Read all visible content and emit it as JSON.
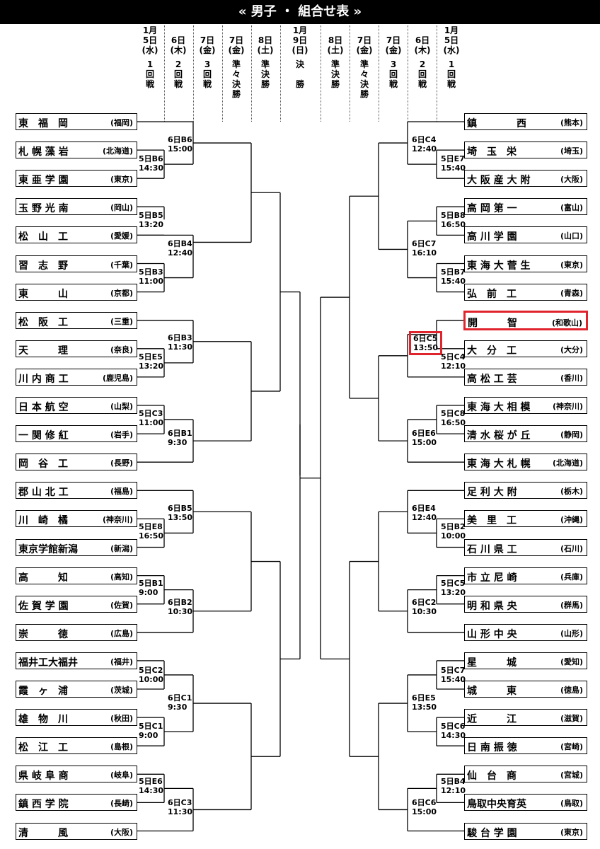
{
  "title": "« 男子 ・ 組合せ表 »",
  "header": {
    "left_cols": [
      {
        "date": [
          "1月",
          "5日",
          "(水)"
        ],
        "round": [
          "1",
          "回",
          "戦"
        ]
      },
      {
        "date": [
          "6日",
          "(木)"
        ],
        "round": [
          "2",
          "回",
          "戦"
        ]
      },
      {
        "date": [
          "7日",
          "(金)"
        ],
        "round": [
          "3",
          "回",
          "戦"
        ]
      },
      {
        "date": [
          "7日",
          "(金)"
        ],
        "round": [
          "準",
          "々",
          "決",
          "勝"
        ]
      },
      {
        "date": [
          "8日",
          "(土)"
        ],
        "round": [
          "準",
          "決",
          "勝"
        ]
      }
    ],
    "center_col": {
      "date": [
        "1月",
        "9日",
        "(日)"
      ],
      "round": [
        "決",
        "",
        "勝"
      ]
    },
    "right_cols": [
      {
        "date": [
          "8日",
          "(土)"
        ],
        "round": [
          "準",
          "決",
          "勝"
        ]
      },
      {
        "date": [
          "7日",
          "(金)"
        ],
        "round": [
          "準",
          "々",
          "決",
          "勝"
        ]
      },
      {
        "date": [
          "7日",
          "(金)"
        ],
        "round": [
          "3",
          "回",
          "戦"
        ]
      },
      {
        "date": [
          "6日",
          "(木)"
        ],
        "round": [
          "2",
          "回",
          "戦"
        ]
      },
      {
        "date": [
          "1月",
          "5日",
          "(水)"
        ],
        "round": [
          "1",
          "回",
          "戦"
        ]
      }
    ]
  },
  "left_teams": [
    {
      "name": "東　福　岡",
      "pref": "(福岡)"
    },
    {
      "name": "札 幌 藻 岩",
      "pref": "(北海道)"
    },
    {
      "name": "東 亜 学 園",
      "pref": "(東京)"
    },
    {
      "name": "玉 野 光 南",
      "pref": "(岡山)"
    },
    {
      "name": "松　山　工",
      "pref": "(愛媛)"
    },
    {
      "name": "習　志　野",
      "pref": "(千葉)"
    },
    {
      "name": "東　　　山",
      "pref": "(京都)"
    },
    {
      "name": "松　阪　工",
      "pref": "(三重)"
    },
    {
      "name": "天　　　理",
      "pref": "(奈良)"
    },
    {
      "name": "川 内 商 工",
      "pref": "(鹿児島)"
    },
    {
      "name": "日 本 航 空",
      "pref": "(山梨)"
    },
    {
      "name": "一 関 修 紅",
      "pref": "(岩手)"
    },
    {
      "name": "岡　谷　工",
      "pref": "(長野)"
    },
    {
      "name": "郡 山 北 工",
      "pref": "(福島)"
    },
    {
      "name": "川　崎　橘",
      "pref": "(神奈川)"
    },
    {
      "name": "東京学館新潟",
      "pref": "(新潟)"
    },
    {
      "name": "高　　　知",
      "pref": "(高知)"
    },
    {
      "name": "佐 賀 学 園",
      "pref": "(佐賀)"
    },
    {
      "name": "崇　　　徳",
      "pref": "(広島)"
    },
    {
      "name": "福井工大福井",
      "pref": "(福井)"
    },
    {
      "name": "霞　ヶ　浦",
      "pref": "(茨城)"
    },
    {
      "name": "雄　物　川",
      "pref": "(秋田)"
    },
    {
      "name": "松　江　工",
      "pref": "(島根)"
    },
    {
      "name": "県 岐 阜 商",
      "pref": "(岐阜)"
    },
    {
      "name": "鎮 西 学 院",
      "pref": "(長崎)"
    },
    {
      "name": "清　　　風",
      "pref": "(大阪)"
    }
  ],
  "right_teams": [
    {
      "name": "鎮　　　　西",
      "pref": "(熊本)"
    },
    {
      "name": "埼　玉　栄",
      "pref": "(埼玉)"
    },
    {
      "name": "大 阪 産 大 附",
      "pref": "(大阪)"
    },
    {
      "name": "高 岡 第 一",
      "pref": "(富山)"
    },
    {
      "name": "高 川 学 園",
      "pref": "(山口)"
    },
    {
      "name": "東 海 大 菅 生",
      "pref": "(東京)"
    },
    {
      "name": "弘　前　工",
      "pref": "(青森)"
    },
    {
      "name": "開　　　智",
      "pref": "(和歌山)"
    },
    {
      "name": "大　分　工",
      "pref": "(大分)"
    },
    {
      "name": "高 松 工 芸",
      "pref": "(香川)"
    },
    {
      "name": "東 海 大 相 模",
      "pref": "(神奈川)"
    },
    {
      "name": "清 水 桜 が 丘",
      "pref": "(静岡)"
    },
    {
      "name": "東 海 大 札 幌",
      "pref": "(北海道)"
    },
    {
      "name": "足 利 大 附",
      "pref": "(栃木)"
    },
    {
      "name": "美　里　工",
      "pref": "(沖縄)"
    },
    {
      "name": "石 川 県 工",
      "pref": "(石川)"
    },
    {
      "name": "市 立 尼 崎",
      "pref": "(兵庫)"
    },
    {
      "name": "明 和 県 央",
      "pref": "(群馬)"
    },
    {
      "name": "山 形 中 央",
      "pref": "(山形)"
    },
    {
      "name": "星　　　城",
      "pref": "(愛知)"
    },
    {
      "name": "城　　　東",
      "pref": "(徳島)"
    },
    {
      "name": "近　　　江",
      "pref": "(滋賀)"
    },
    {
      "name": "日 南 振 徳",
      "pref": "(宮崎)"
    },
    {
      "name": "仙　台　商",
      "pref": "(宮城)"
    },
    {
      "name": "鳥取中央育英",
      "pref": "(鳥取)"
    },
    {
      "name": "駿 台 学 園",
      "pref": "(東京)"
    }
  ],
  "left_matches": [
    {
      "line1": "6日B6",
      "line2": "15:00"
    },
    {
      "line1": "5日B6",
      "line2": "14:30"
    },
    {
      "line1": "5日B5",
      "line2": "13:20"
    },
    {
      "line1": "6日B4",
      "line2": "12:40"
    },
    {
      "line1": "5日B3",
      "line2": "11:00"
    },
    {
      "line1": "6日B3",
      "line2": "11:30"
    },
    {
      "line1": "5日E5",
      "line2": "13:20"
    },
    {
      "line1": "5日C3",
      "line2": "11:00"
    },
    {
      "line1": "6日B1",
      "line2": "9:30"
    },
    {
      "line1": "6日B5",
      "line2": "13:50"
    },
    {
      "line1": "5日E8",
      "line2": "16:50"
    },
    {
      "line1": "5日B1",
      "line2": "9:00"
    },
    {
      "line1": "6日B2",
      "line2": "10:30"
    },
    {
      "line1": "5日C2",
      "line2": "10:00"
    },
    {
      "line1": "6日C1",
      "line2": "9:30"
    },
    {
      "line1": "5日C1",
      "line2": "9:00"
    },
    {
      "line1": "5日E6",
      "line2": "14:30"
    },
    {
      "line1": "6日C3",
      "line2": "11:30"
    }
  ],
  "right_matches": [
    {
      "line1": "6日C4",
      "line2": "12:40"
    },
    {
      "line1": "5日E7",
      "line2": "15:40"
    },
    {
      "line1": "5日B8",
      "line2": "16:50"
    },
    {
      "line1": "6日C7",
      "line2": "16:10"
    },
    {
      "line1": "5日B7",
      "line2": "15:40"
    },
    {
      "line1": "6日C5",
      "line2": "13:50"
    },
    {
      "line1": "5日C4",
      "line2": "12:10"
    },
    {
      "line1": "5日C8",
      "line2": "16:50"
    },
    {
      "line1": "6日E6",
      "line2": "15:00"
    },
    {
      "line1": "6日E4",
      "line2": "12:40"
    },
    {
      "line1": "5日B2",
      "line2": "10:00"
    },
    {
      "line1": "5日C5",
      "line2": "13:20"
    },
    {
      "line1": "6日C2",
      "line2": "10:30"
    },
    {
      "line1": "5日C7",
      "line2": "15:40"
    },
    {
      "line1": "6日E5",
      "line2": "13:50"
    },
    {
      "line1": "5日C6",
      "line2": "14:30"
    },
    {
      "line1": "5日B4",
      "line2": "12:10"
    },
    {
      "line1": "6日C6",
      "line2": "15:00"
    }
  ],
  "colors": {
    "highlight": "#e0242e",
    "title_bg": "#000000"
  }
}
